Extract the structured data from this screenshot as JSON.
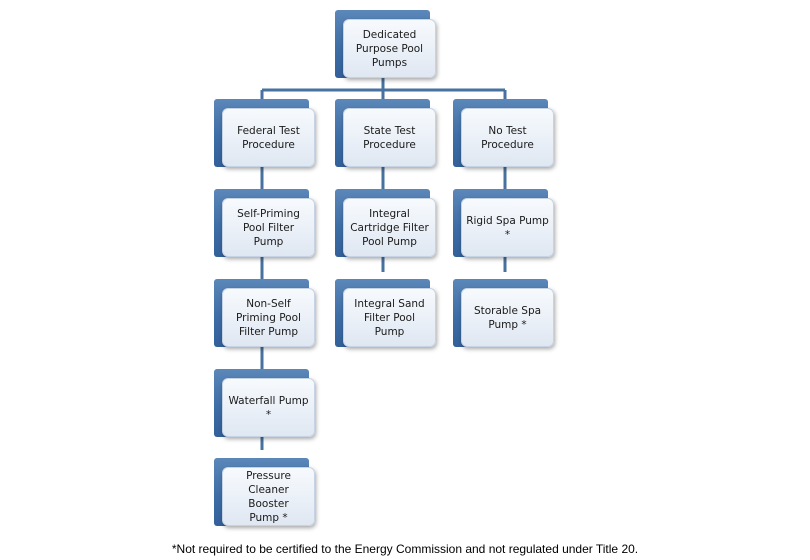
{
  "diagram": {
    "type": "org-chart",
    "colors": {
      "connector": "#47719f",
      "tab": "#3e6ea6",
      "card": "#e9eff7"
    },
    "nodes": {
      "root": "Dedicated\nPurpose Pool\nPumps",
      "federal": "Federal Test\nProcedure",
      "state": "State Test\nProcedure",
      "none": "No Test\nProcedure",
      "self_priming": "Self-Priming\nPool Filter\nPump",
      "non_self_priming": "Non-Self\nPriming Pool\nFilter Pump",
      "waterfall": "Waterfall Pump\n*",
      "pressure_cleaner": "Pressure\nCleaner Booster\nPump *",
      "integral_cartridge": "Integral\nCartridge Filter\nPool Pump",
      "integral_sand": "Integral Sand\nFilter Pool\nPump",
      "rigid_spa": "Rigid Spa Pump\n*",
      "storable_spa": "Storable Spa\nPump *"
    },
    "edges": [
      [
        "root",
        "federal"
      ],
      [
        "root",
        "state"
      ],
      [
        "root",
        "none"
      ],
      [
        "federal",
        "self_priming"
      ],
      [
        "self_priming",
        "non_self_priming"
      ],
      [
        "non_self_priming",
        "waterfall"
      ],
      [
        "waterfall",
        "pressure_cleaner"
      ],
      [
        "state",
        "integral_cartridge"
      ],
      [
        "integral_cartridge",
        "integral_sand"
      ],
      [
        "none",
        "rigid_spa"
      ],
      [
        "rigid_spa",
        "storable_spa"
      ]
    ]
  },
  "footnote": "*Not required to be certified to the Energy Commission and not regulated under Title 20."
}
